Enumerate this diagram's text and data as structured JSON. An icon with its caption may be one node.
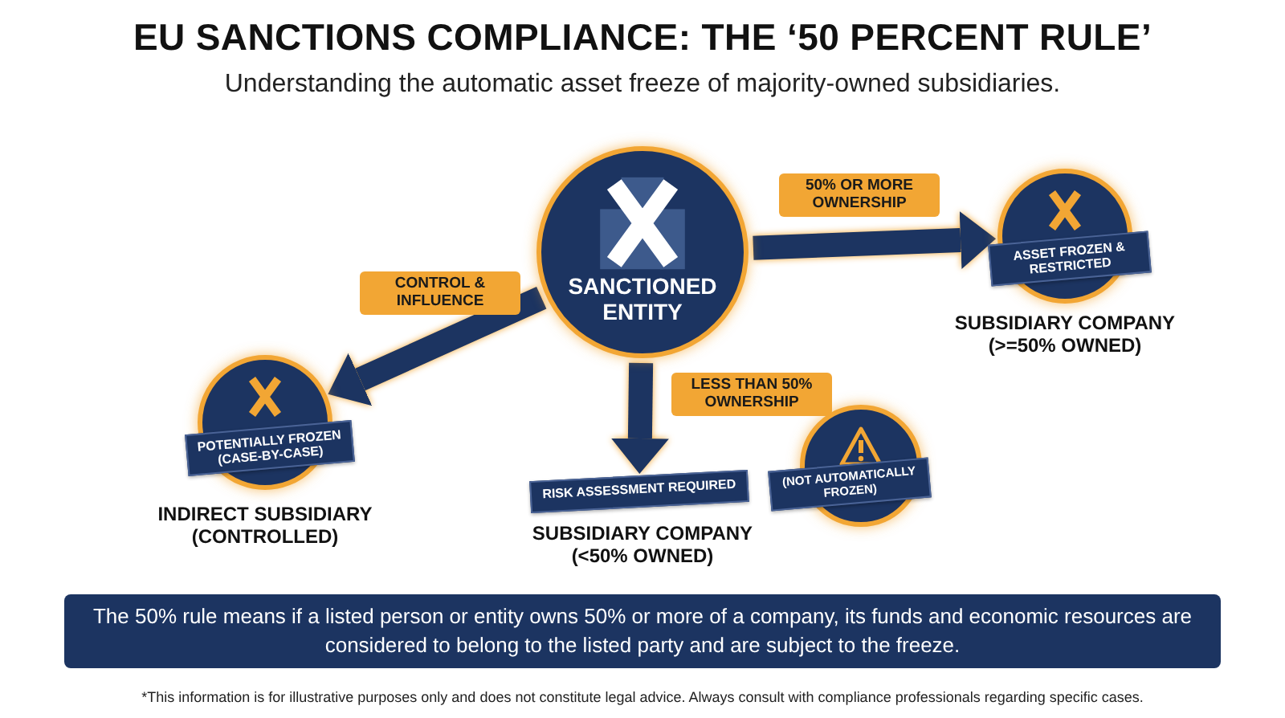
{
  "diagram": {
    "title": "EU SANCTIONS COMPLIANCE: THE ‘50 PERCENT RULE’",
    "nodes": [
      {
        "text": [
          "SANCTIONED ENTITY"
        ]
      },
      {
        "text": [
          "ASSET FROZEN & RESTRICTED"
        ],
        "beside": [
          "SUBSIDIARY COMPANY (>=50% OWNED)"
        ]
      },
      {
        "text": [
          "POTENTIALLY FROZEN (CASE-BY-CASE)"
        ],
        "beside": [
          "INDIRECT SUBSIDIARY (CONTROLLED)"
        ]
      },
      {
        "text": [
          "RISK ASSESSMENT REQUIRED"
        ],
        "beside": [
          "SUBSIDIARY COMPANY (<50% OWNED)"
        ]
      },
      {
        "text": [
          "(NOT AUTOMATICALLY FROZEN)"
        ]
      },
      {
        "text": [
          "The 50% rule means if a listed person or entity owns 50% or more of a company, its funds and economic resources are considered to belong to the listed party and are subject to the freeze."
        ]
      }
    ],
    "edges": [
      {
        "from": 0,
        "to": 1,
        "arrow": "to",
        "label": "50% OR MORE OWNERSHIP"
      },
      {
        "from": 0,
        "to": 2,
        "arrow": "to",
        "label": "CONTROL & INFLUENCE"
      },
      {
        "from": 0,
        "to": 3,
        "arrow": "to",
        "label": "LESS THAN 50% OWNERSHIP"
      }
    ],
    "labels": [
      "Understanding the automatic asset freeze of majority-owned subsidiaries.",
      "*This information is for illustrative purposes only and does not constitute legal advice. Always consult with compliance professionals regarding specific cases."
    ]
  }
}
